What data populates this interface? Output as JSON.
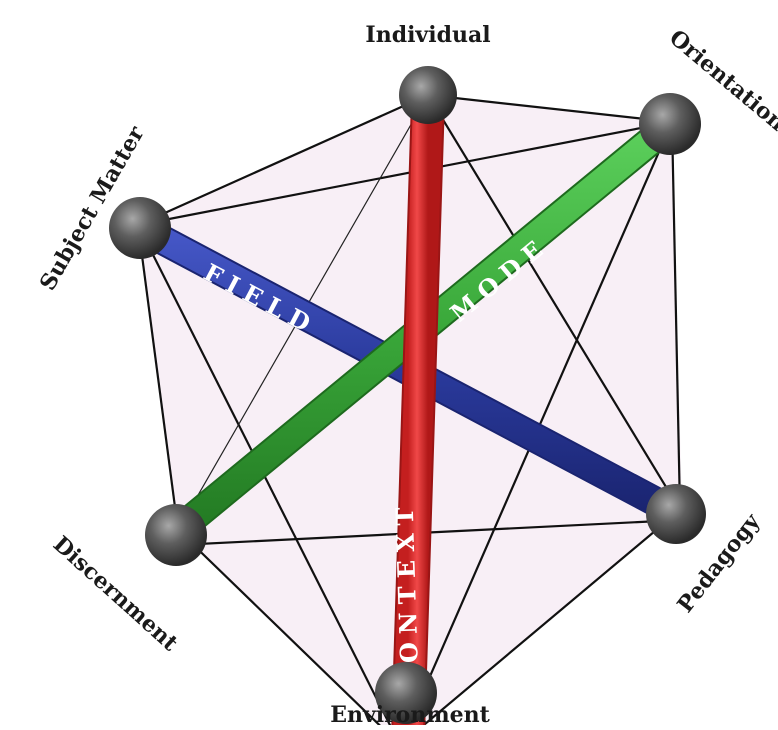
{
  "vertices": {
    "individual": "Individual",
    "orientation": "Orientation",
    "subject_matter": "Subject Matter",
    "pedagogy": "Pedagogy",
    "discernment": "Discernment",
    "environment": "Environment"
  },
  "axes": {
    "field": "FIELD",
    "mode": "MODE",
    "context": "CONTEXT"
  },
  "colors": {
    "field": "#2f3fa3",
    "mode": "#3eae3e",
    "context": "#e83a3a",
    "sphere": "#555555",
    "face_fill": "#f7eef5"
  }
}
